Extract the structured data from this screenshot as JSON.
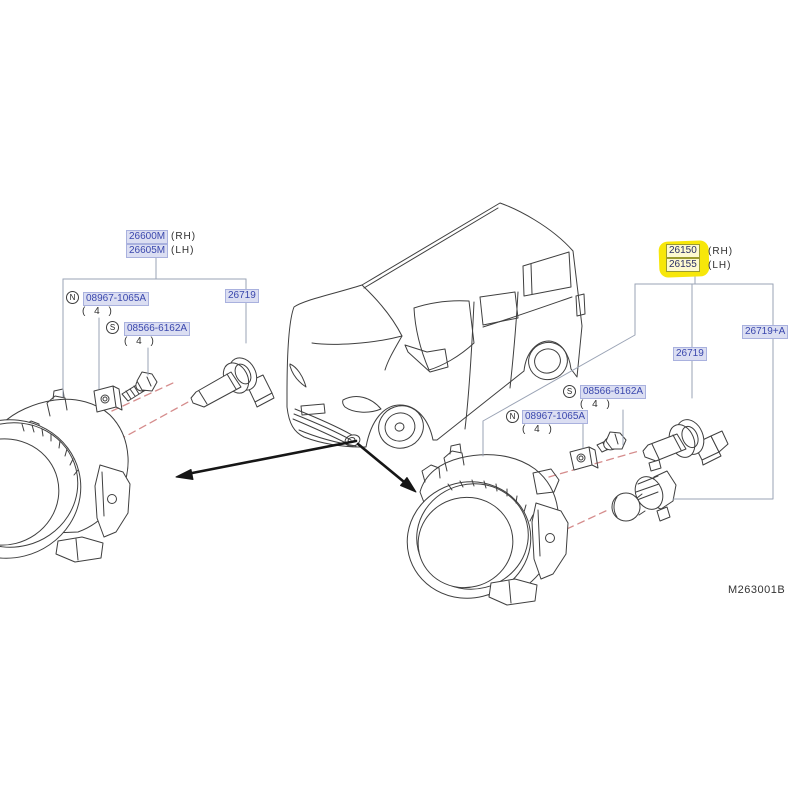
{
  "diagram_code": "M263001B",
  "colors": {
    "label_text": "#3a47ad",
    "label_background": "#dbdef2",
    "highlight_yellow": "#f7e70a",
    "axis_dash_red": "#d58c8c",
    "leader_gray": "#9aa3b5",
    "line_dark": "#3f3f3f"
  },
  "left_assembly": {
    "lamp_rh": {
      "number": "26600M",
      "side": "(RH)"
    },
    "lamp_lh": {
      "number": "26605M",
      "side": "(LH)"
    },
    "nut": {
      "symbol": "N",
      "number": "08967-1065A",
      "qty": "( 4 )"
    },
    "screw": {
      "symbol": "S",
      "number": "08566-6162A",
      "qty": "( 4 )"
    },
    "bulb": {
      "number": "26719"
    }
  },
  "right_assembly": {
    "lamp_rh": {
      "number": "26150",
      "side": "(RH)",
      "highlighted": true
    },
    "lamp_lh": {
      "number": "26155",
      "side": "(LH)",
      "highlighted": true
    },
    "nut": {
      "symbol": "N",
      "number": "08967-1065A",
      "qty": "( 4 )"
    },
    "screw": {
      "symbol": "S",
      "number": "08566-6162A",
      "qty": "( 4 )"
    },
    "bulb": {
      "number": "26719"
    },
    "bulb_alt": {
      "number": "26719+A"
    }
  }
}
